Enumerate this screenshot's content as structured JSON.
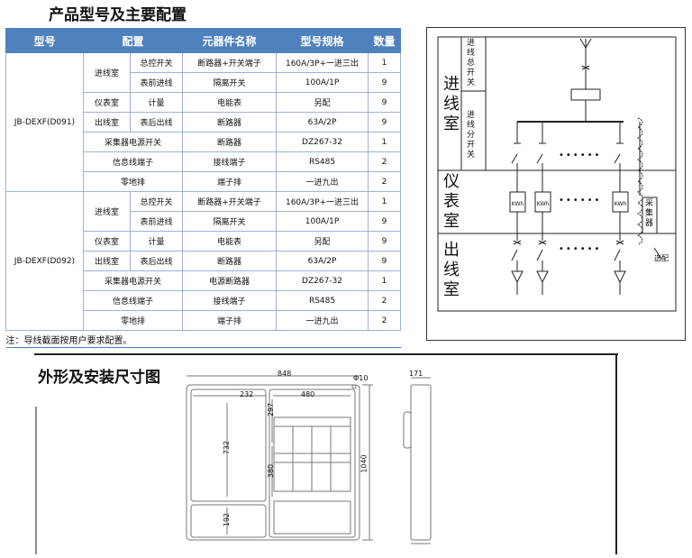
{
  "title": "产品型号及主要配置",
  "table": {
    "headers": [
      "型号",
      "配置",
      "元器件名称",
      "型号规格",
      "数量"
    ],
    "groups": [
      {
        "model": "JB-DEXF(D091)",
        "rows": [
          {
            "cat": "进线室",
            "sub": "总控开关",
            "name": "断路器+开关端子",
            "spec": "160A/3P+一进三出",
            "qty": "1"
          },
          {
            "cat": "",
            "sub": "表前进线",
            "name": "隔离开关",
            "spec": "100A/1P",
            "qty": "9"
          },
          {
            "cat": "仪表室",
            "sub": "计量",
            "name": "电能表",
            "spec": "另配",
            "qty": "9"
          },
          {
            "cat": "出线室",
            "sub": "表后出线",
            "name": "断路器",
            "spec": "63A/2P",
            "qty": "9"
          },
          {
            "full": "采集器电源开关",
            "name": "断路器",
            "spec": "DZ267-32",
            "qty": "1"
          },
          {
            "full": "信息线端子",
            "name": "接线端子",
            "spec": "RS485",
            "qty": "2"
          },
          {
            "full": "零地排",
            "name": "端子排",
            "spec": "一进九出",
            "qty": "2"
          }
        ]
      },
      {
        "model": "JB-DEXF(D092)",
        "rows": [
          {
            "cat": "进线室",
            "sub": "总控开关",
            "name": "断路器+开关端子",
            "spec": "160A/3P+一进三出",
            "qty": "1"
          },
          {
            "cat": "",
            "sub": "表前进线",
            "name": "隔离开关",
            "spec": "100A/1P",
            "qty": "9"
          },
          {
            "cat": "仪表室",
            "sub": "计量",
            "name": "电能表",
            "spec": "另配",
            "qty": "9"
          },
          {
            "cat": "出线室",
            "sub": "表后出线",
            "name": "断路器",
            "spec": "63A/2P",
            "qty": "9"
          },
          {
            "full": "采集器电源开关",
            "name": "电源断路器",
            "spec": "DZ267-32",
            "qty": "1"
          },
          {
            "full": "信息线端子",
            "name": "接线端子",
            "spec": "RS485",
            "qty": "2"
          },
          {
            "full": "零地排",
            "name": "端子排",
            "spec": "一进九出",
            "qty": "2"
          }
        ]
      }
    ],
    "note": "注：导线截面按用户要求配置。"
  },
  "schematic": {
    "sections": [
      "进线室",
      "仪表室",
      "出线室"
    ],
    "sub_labels": [
      "进线总开关",
      "进线分开关"
    ],
    "meter_label": "KWh",
    "collector_label": "采集器",
    "note_label": "选配",
    "dots": "••••••"
  },
  "dimensions": {
    "title": "外形及安装尺寸图",
    "width_total": "848",
    "hole": "Φ10",
    "w_left": "232",
    "w_right": "480",
    "h_left_top": "732",
    "h_left_bottom": "192",
    "h_right_top": "297",
    "h_right_mid": "380",
    "h_total": "1040",
    "depth": "171"
  }
}
